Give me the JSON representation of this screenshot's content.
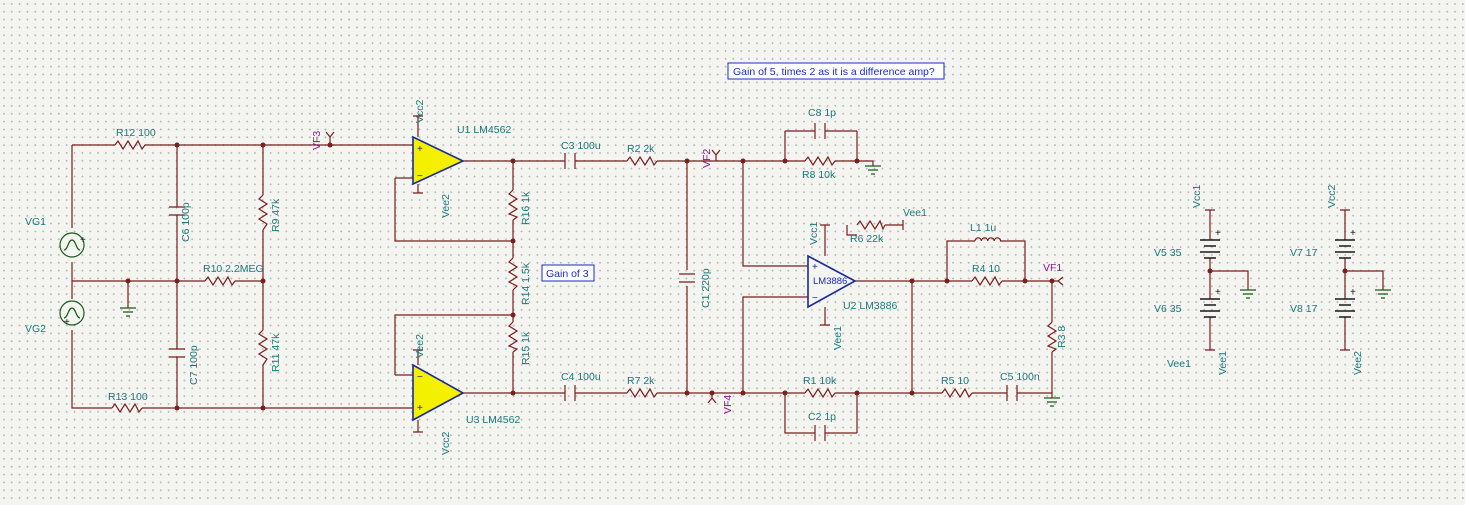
{
  "notes": {
    "gain_diff": "Gain of 5, times 2 as it is a difference amp?",
    "gain3": "Gain of 3"
  },
  "sources": {
    "vg1": "VG1",
    "vg2": "VG2",
    "v5": "V5 35",
    "v6": "V6 35",
    "v7": "V7 17",
    "v8": "V8 17"
  },
  "resistors": {
    "r12": "R12 100",
    "r13": "R13 100",
    "r10": "R10 2.2MEG",
    "r9": "R9 47k",
    "r11": "R11 47k",
    "r16": "R16 1k",
    "r14": "R14 1.5k",
    "r15": "R15 1k",
    "r2": "R2 2k",
    "r7": "R7 2k",
    "r8": "R8 10k",
    "r1": "R1 10k",
    "r6": "R6 22k",
    "r4": "R4 10",
    "r5": "R5 10",
    "r3": "R3 8"
  },
  "capacitors": {
    "c6": "C6 100p",
    "c7": "C7 100p",
    "c3": "C3 100u",
    "c4": "C4 100u",
    "c1": "C1 220p",
    "c8": "C8 1p",
    "c2": "C2 1p",
    "c5": "C5 100n"
  },
  "inductors": {
    "l1": "L1 1u"
  },
  "opamps": {
    "u1": "U1 LM4562",
    "u3": "U3 LM4562",
    "u2": "U2 LM3886",
    "u2_body": "LM3886"
  },
  "probes": {
    "vf3": "VF3",
    "vf2": "VF2",
    "vf4": "VF4",
    "vf1": "VF1"
  },
  "rails": {
    "vcc1": "Vcc1",
    "vcc2": "Vcc2",
    "vee1": "Vee1",
    "vee2": "Vee2"
  },
  "pins": {
    "plus": "+",
    "minus": "−"
  },
  "colors": {
    "wire": "#7a1e1e",
    "label": "#1a7a7a",
    "probe": "#8a1a8a",
    "note": "#1a2ac8",
    "opamp_fill": "#f4f000",
    "ground": "#1a5a1a"
  }
}
